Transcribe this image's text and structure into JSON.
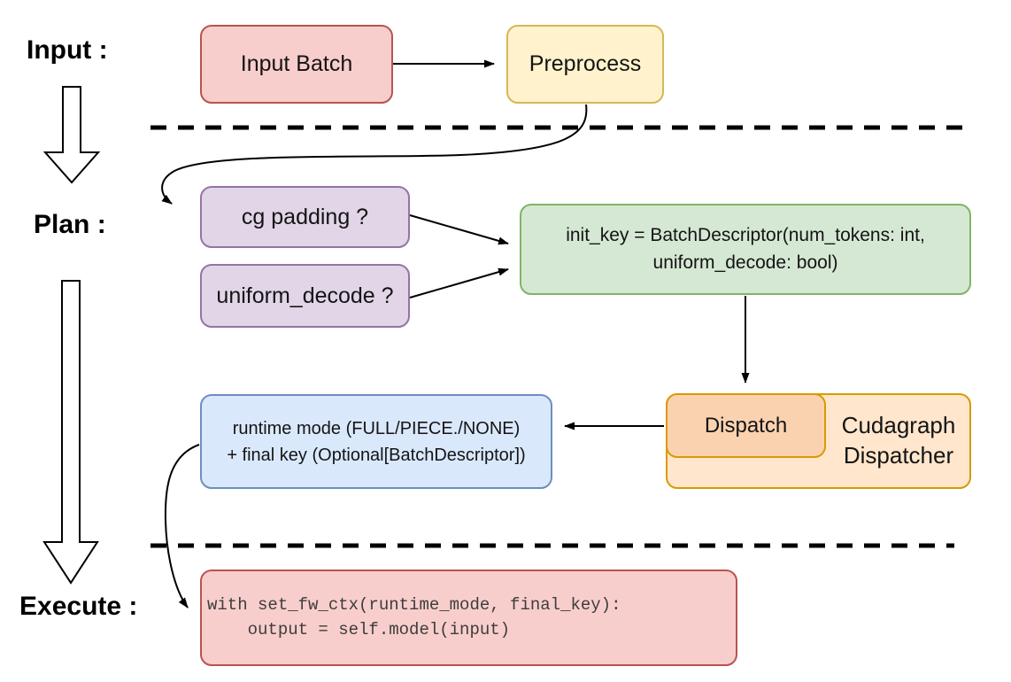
{
  "stages": {
    "input_label": "Input :",
    "plan_label": "Plan :",
    "execute_label": "Execute :"
  },
  "nodes": {
    "input_batch": {
      "label": "Input Batch"
    },
    "preprocess": {
      "label": "Preprocess"
    },
    "cg_padding": {
      "label": "cg padding ?"
    },
    "uniform_decode": {
      "label": "uniform_decode ?"
    },
    "init_key": {
      "line1": "init_key = BatchDescriptor(num_tokens: int,",
      "line2": "uniform_decode: bool)"
    },
    "dispatch": {
      "label": "Dispatch"
    },
    "cudagraph_dispatcher": {
      "line1": "Cudagraph",
      "line2": "Dispatcher"
    },
    "runtime_mode": {
      "line1": "runtime mode (FULL/PIECE./NONE)",
      "line2": "+ final key (Optional[BatchDescriptor])"
    },
    "execute_code": {
      "line1": "with set_fw_ctx(runtime_mode, final_key):",
      "line2": "    output = self.model(input)"
    }
  },
  "colors": {
    "red_fill": "#f8cecc",
    "red_stroke": "#b85450",
    "yellow_fill": "#fff2cc",
    "yellow_stroke": "#d6b656",
    "purple_fill": "#e1d5e7",
    "purple_stroke": "#9673a6",
    "green_fill": "#d5e8d4",
    "green_stroke": "#82b366",
    "blue_fill": "#dae8fc",
    "blue_stroke": "#6c8ebf",
    "orange_outer_fill": "#ffe6cc",
    "orange_inner_fill": "#fad2b0",
    "orange_stroke": "#d79b00",
    "arrow": "#000000"
  }
}
